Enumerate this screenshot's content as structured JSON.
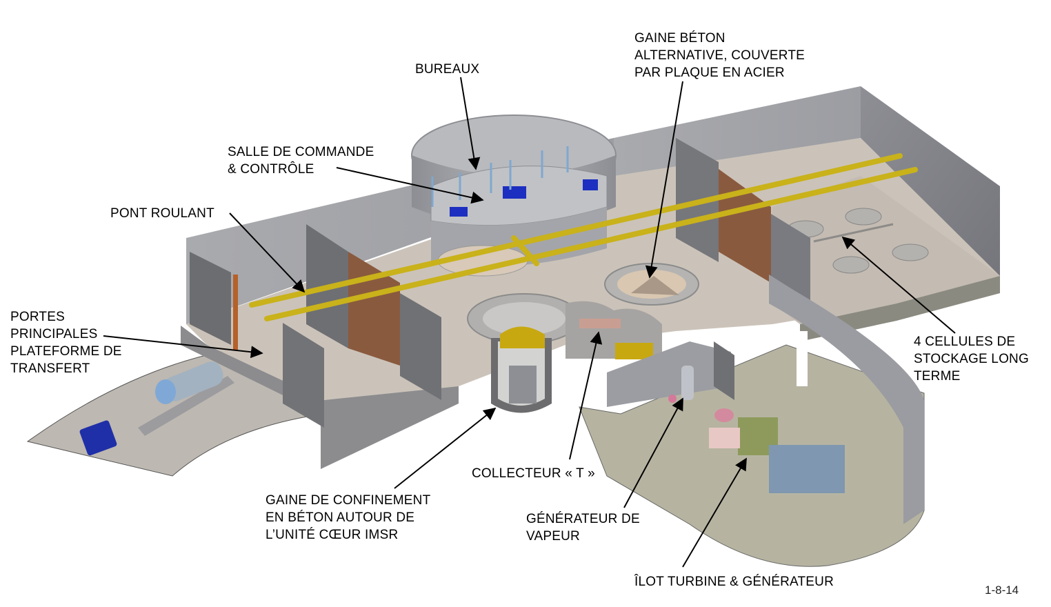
{
  "diagram": {
    "title": "IMSR plant layout cutaway",
    "colors": {
      "concrete_wall": "#a3a4a8",
      "concrete_wall_dark": "#7f8085",
      "floor": "#c9c0b6",
      "floor_light": "#d6cfc5",
      "crane_rail": "#c9b21a",
      "door_panel": "#8a5a3e",
      "turbine_hall_floor": "#b7b6a2",
      "truck": "#1f2fa8",
      "cask": "#7fa8d6",
      "reactor_yellow": "#c8a810",
      "condenser_blue": "#7f97b0",
      "generator_green": "#8d9a5c",
      "arrow": "#000000"
    },
    "labels": [
      {
        "id": "bureaux",
        "lines": [
          "BUREAUX"
        ]
      },
      {
        "id": "gaine-beton-alternative",
        "lines": [
          "GAINE BÉTON",
          "ALTERNATIVE, COUVERTE",
          "PAR PLAQUE EN ACIER"
        ]
      },
      {
        "id": "salle-de-commande",
        "lines": [
          "SALLE DE COMMANDE",
          "& CONTRÔLE"
        ]
      },
      {
        "id": "pont-roulant",
        "lines": [
          "PONT ROULANT"
        ]
      },
      {
        "id": "portes-principales",
        "lines": [
          "PORTES",
          "PRINCIPALES",
          "PLATEFORME DE",
          "TRANSFERT"
        ]
      },
      {
        "id": "cellules-stockage",
        "lines": [
          "4 CELLULES DE",
          "STOCKAGE LONG",
          "TERME"
        ]
      },
      {
        "id": "gaine-confinement",
        "lines": [
          "GAINE DE CONFINEMENT",
          "EN BÉTON AUTOUR DE",
          "L’UNITÉ CŒUR IMSR"
        ]
      },
      {
        "id": "collecteur-t",
        "lines": [
          "COLLECTEUR « T »"
        ]
      },
      {
        "id": "generateur-vapeur",
        "lines": [
          "GÉNÉRATEUR DE",
          "VAPEUR"
        ]
      },
      {
        "id": "ilot-turbine",
        "lines": [
          "ÎLOT TURBINE & GÉNÉRATEUR"
        ]
      }
    ],
    "page_number": "1-8-14"
  }
}
